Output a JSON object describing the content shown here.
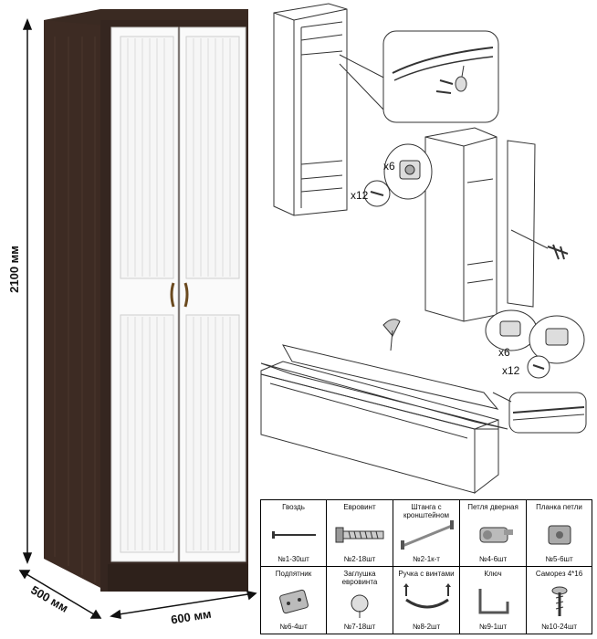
{
  "dimensions": {
    "height": "2100 мм",
    "depth": "500 мм",
    "width": "600 мм"
  },
  "multipliers": {
    "hinge_top": "x6",
    "screw_top": "x12",
    "hinge_bottom": "x6",
    "screw_bottom": "x12"
  },
  "parts": [
    {
      "name": "Гвоздь",
      "qty": "№1-30шт"
    },
    {
      "name": "Евровинт",
      "qty": "№2-18шт"
    },
    {
      "name": "Штанга с кронштейном",
      "qty": "№2-1к-т"
    },
    {
      "name": "Петля дверная",
      "qty": "№4-6шт"
    },
    {
      "name": "Планка петли",
      "qty": "№5-6шт"
    },
    {
      "name": "Подпятник",
      "qty": "№6-4шт"
    },
    {
      "name": "Заглушка евровинта",
      "qty": "№7-18шт"
    },
    {
      "name": "Ручка с винтами",
      "qty": "№8-2шт"
    },
    {
      "name": "Ключ",
      "qty": "№9-1шт"
    },
    {
      "name": "Саморез 4*16",
      "qty": "№10-24шт"
    }
  ]
}
